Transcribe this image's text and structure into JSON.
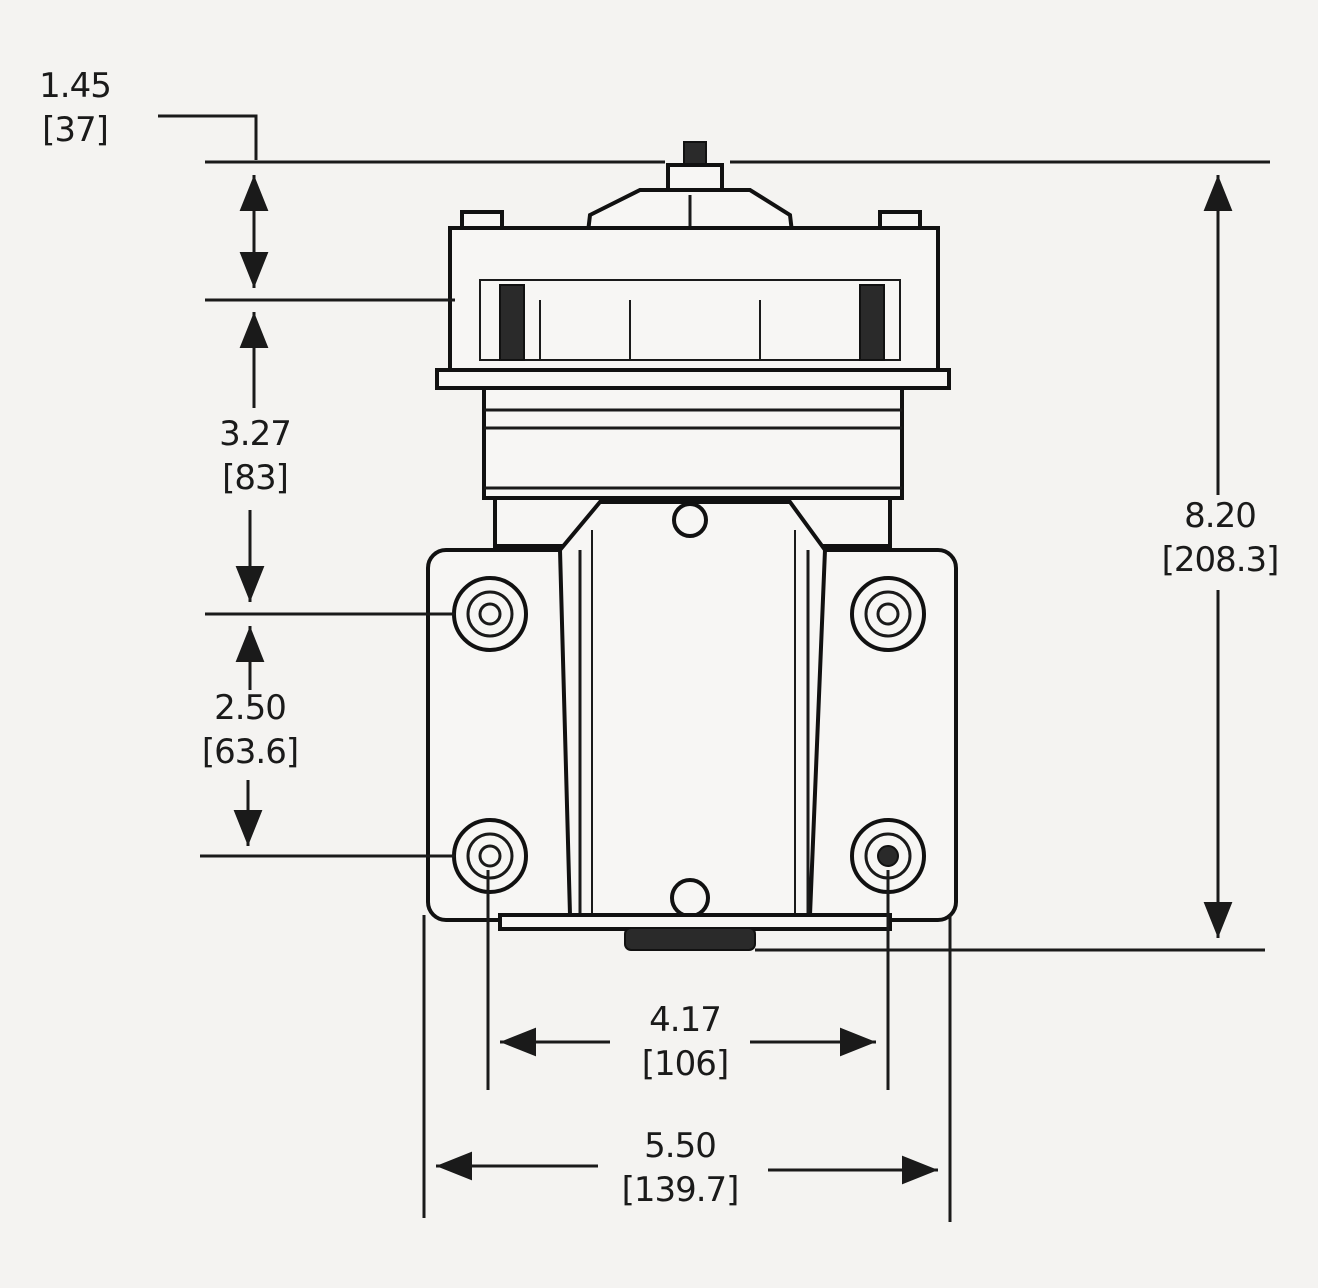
{
  "dimensions": {
    "d_top": {
      "in": "1.45",
      "mm": "[37]"
    },
    "d_upper": {
      "in": "3.27",
      "mm": "[83]"
    },
    "d_mount_v": {
      "in": "2.50",
      "mm": "[63.6]"
    },
    "d_total_h": {
      "in": "8.20",
      "mm": "[208.3]"
    },
    "d_mount_w": {
      "in": "4.17",
      "mm": "[106]"
    },
    "d_total_w": {
      "in": "5.50",
      "mm": "[139.7]"
    }
  }
}
